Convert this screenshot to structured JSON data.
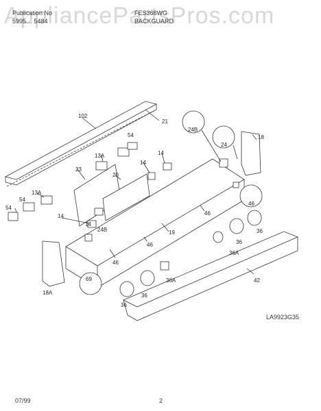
{
  "header": {
    "publication_label": "Publication No",
    "publication_number": "5995… 5484",
    "model": "FES366WG",
    "section": "BACKGUARD"
  },
  "watermark": "AppliancePartsPros.com",
  "figure_id": "LA9923G35",
  "footer": {
    "date": "07/99",
    "page": "2"
  },
  "parts": [
    "102",
    "21",
    "24B",
    "24",
    "18",
    "23",
    "20",
    "13A",
    "54",
    "14",
    "46",
    "19",
    "36",
    "36A",
    "42",
    "18A",
    "69"
  ]
}
